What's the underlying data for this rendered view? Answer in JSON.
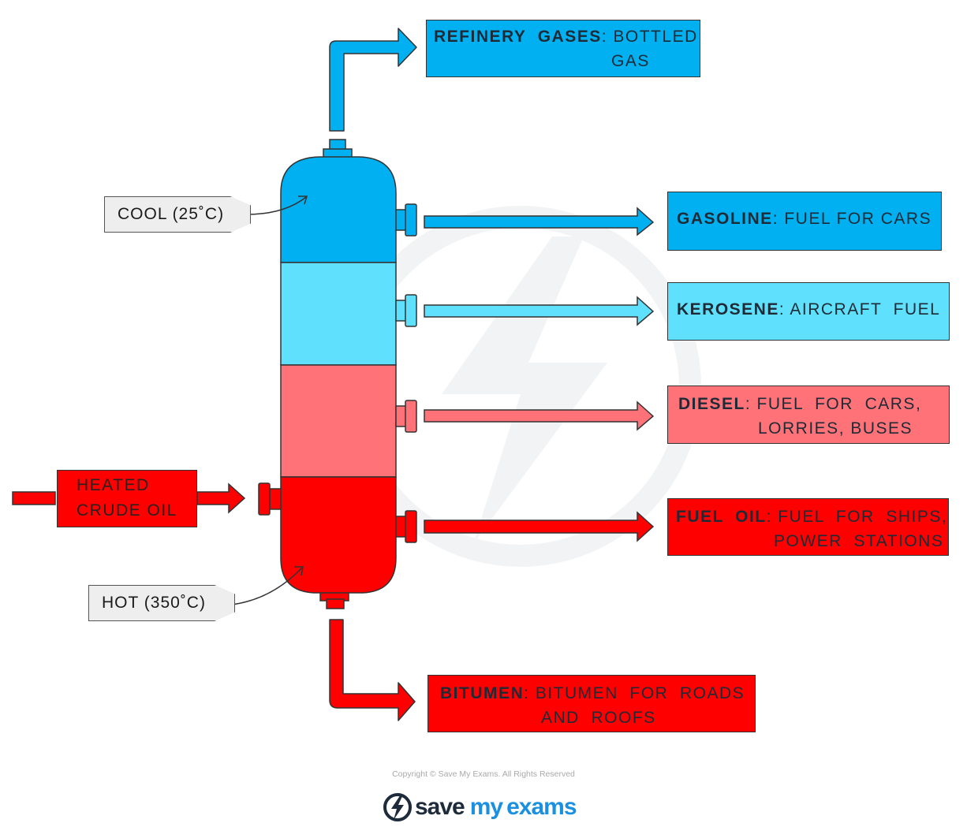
{
  "colors": {
    "cool_blue": "#00b0f0",
    "light_blue": "#5fe0fd",
    "pink": "#ff7378",
    "red": "#ff0000",
    "tag_grey": "#eeeeee",
    "logo_dark": "#1d2b3a",
    "logo_blue": "#1b8fe0"
  },
  "column": {
    "top_label": "COOL (25˚C)",
    "bottom_label": "HOT (350˚C)"
  },
  "input": {
    "label_line1": "HEATED",
    "label_line2": "CRUDE OIL"
  },
  "fractions": [
    {
      "name": "REFINERY  GASES",
      "use_line1": "BOTTLED",
      "use_line2": "GAS",
      "color": "#00b0f0"
    },
    {
      "name": "GASOLINE",
      "use_line1": "FUEL FOR CARS",
      "use_line2": "",
      "color": "#00b0f0"
    },
    {
      "name": "KEROSENE",
      "use_line1": "AIRCRAFT  FUEL",
      "use_line2": "",
      "color": "#5fe0fd"
    },
    {
      "name": "DIESEL",
      "use_line1": "FUEL  FOR  CARS,",
      "use_line2": "LORRIES, BUSES",
      "color": "#ff7378"
    },
    {
      "name": "FUEL  OIL",
      "use_line1": "FUEL  FOR  SHIPS,",
      "use_line2": "POWER  STATIONS",
      "color": "#ff0000"
    },
    {
      "name": "BITUMEN",
      "use_line1": "BITUMEN  FOR  ROADS",
      "use_line2": "AND  ROOFS",
      "color": "#ff0000"
    }
  ],
  "footer": {
    "copyright": "Copyright © Save My Exams. All Rights Reserved",
    "logo_word1": "save",
    "logo_word2": "my",
    "logo_word3": "exams",
    "logo_icon": "lightning-bolt-icon"
  }
}
